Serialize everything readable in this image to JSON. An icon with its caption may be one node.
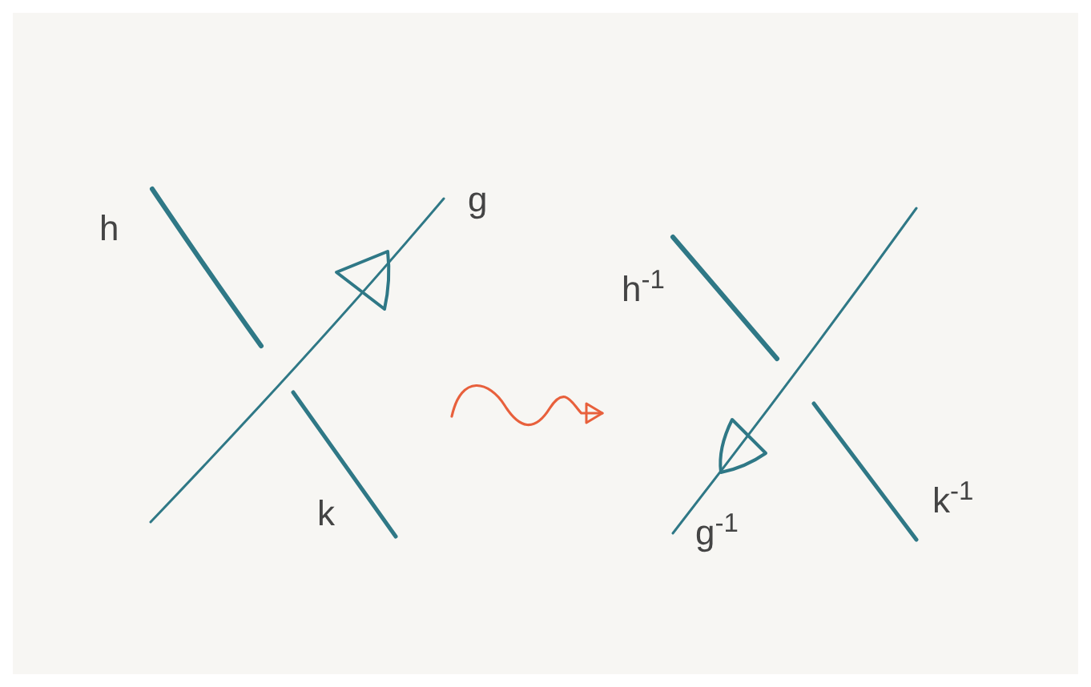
{
  "diagram": {
    "nodes": [
      {
        "text": [],
        "shape": "picture"
      },
      {
        "text": [],
        "shape": "picture"
      }
    ],
    "edges": [
      {
        "from": 0,
        "to": 1,
        "arrow": "to",
        "color": "#e8603c"
      }
    ],
    "labels": [
      "h",
      "g",
      "k",
      "h$^{-1}$",
      "g$^{-1}$",
      "k$^{-1}$"
    ]
  }
}
